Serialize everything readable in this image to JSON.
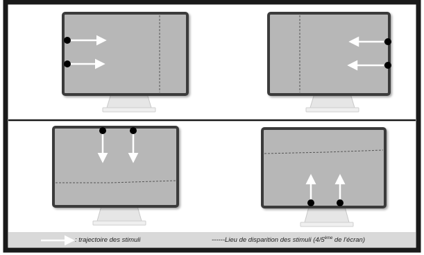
{
  "legend": {
    "trajectory_label": ": trajectoire des stimuli",
    "disappearance_prefix": "------",
    "disappearance_label": "Lieu de disparition des stimuli (4/5",
    "disappearance_sup": "ème",
    "disappearance_suffix": " de l'écran)"
  },
  "colors": {
    "frame": "#1a1a1a",
    "screen": "#b7b7b7",
    "bezel": "#3a3a3a",
    "stand": "#e6e6e6",
    "arrow": "#ffffff",
    "dot": "#000000",
    "legend_bar": "#d9d9d9"
  },
  "panels": [
    {
      "direction": "left-to-right",
      "start_side": "left",
      "stimuli_count": 2,
      "disappearance_line": "vertical at 4/5"
    },
    {
      "direction": "right-to-left",
      "start_side": "right",
      "stimuli_count": 2,
      "disappearance_line": "vertical at 4/5"
    },
    {
      "direction": "top-to-bottom",
      "start_side": "top",
      "stimuli_count": 2,
      "disappearance_line": "horizontal at 4/5"
    },
    {
      "direction": "bottom-to-top",
      "start_side": "bottom",
      "stimuli_count": 2,
      "disappearance_line": "horizontal at 4/5"
    }
  ]
}
